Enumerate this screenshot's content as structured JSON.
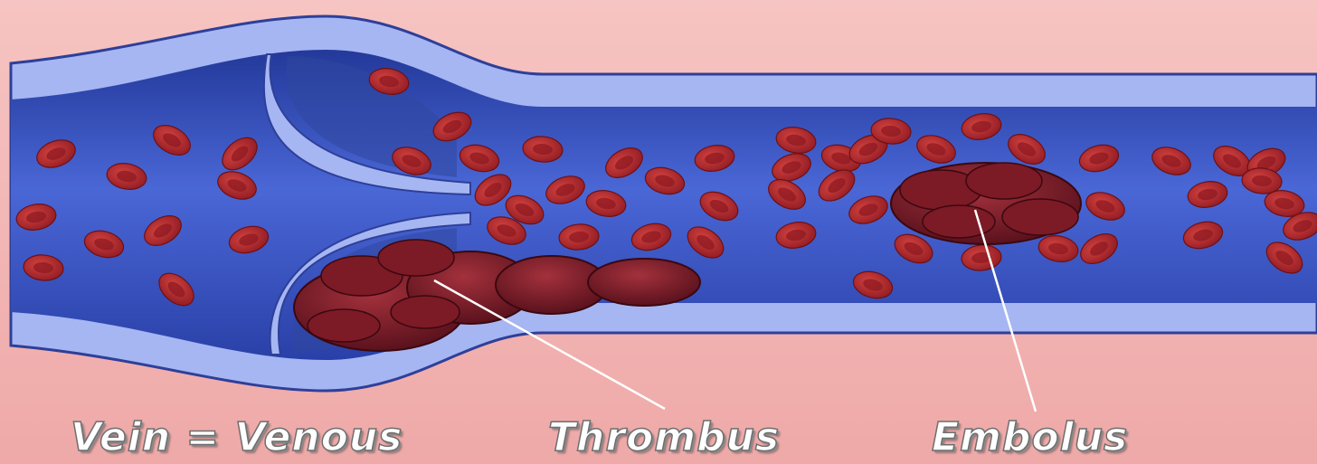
{
  "labels": {
    "vein": "Vein = Venous",
    "thrombus": "Thrombus",
    "embolus": "Embolus"
  },
  "colors": {
    "tissue": "#f2b3b3",
    "vessel_wall": "#9fb0f0",
    "lumen": "#3b57c6",
    "blood_cell": "#b3242a",
    "clot": "#6e1520",
    "pointer_line": "#ffffff"
  }
}
